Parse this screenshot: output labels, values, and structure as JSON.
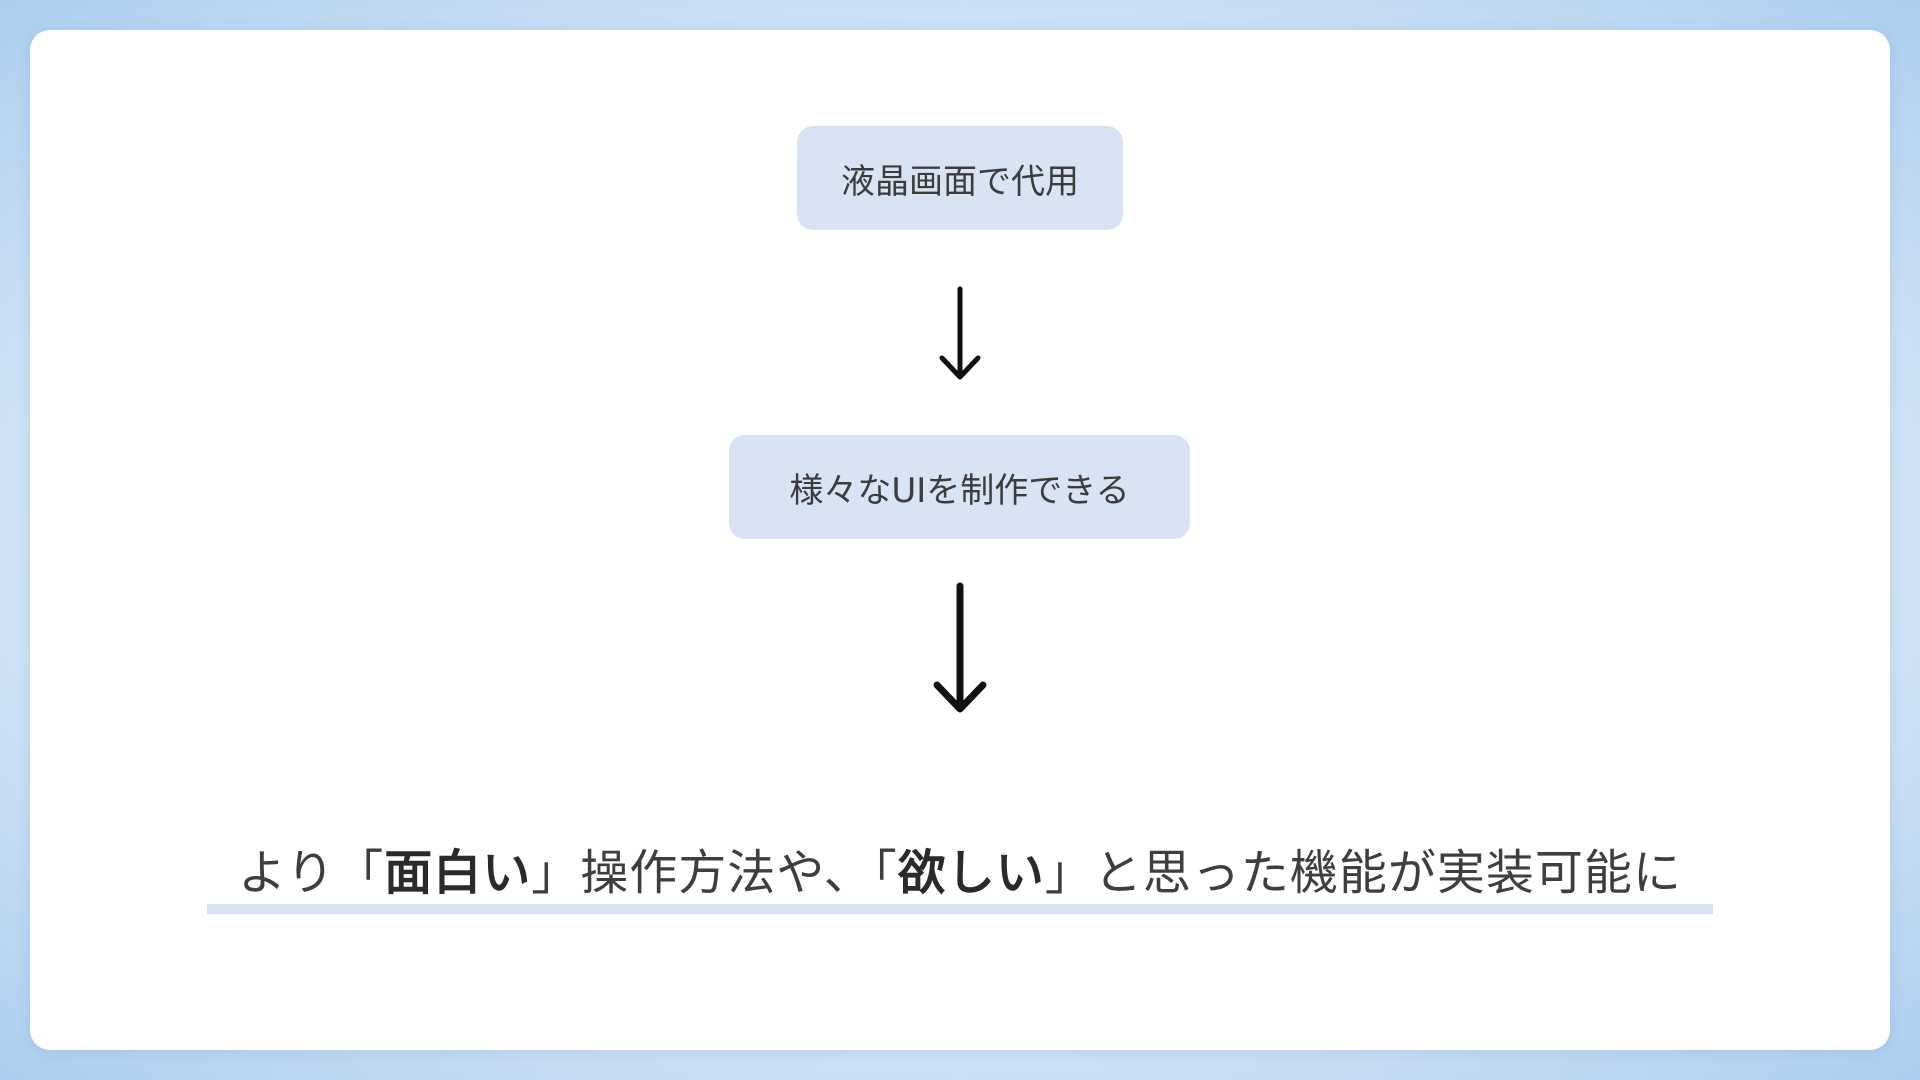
{
  "flow": {
    "step1": "液晶画面で代用",
    "step2": "様々なUIを制作できる"
  },
  "conclusion": {
    "part1": "より「",
    "bold1": "面白い",
    "part2": "」操作方法や、「",
    "bold2": "欲しい",
    "part3": "」と思った機能が実装可能に"
  },
  "colors": {
    "box": "#d8e3f4",
    "underline": "#d8e3f4",
    "arrow": "#111111",
    "text": "#3c3c3c"
  }
}
